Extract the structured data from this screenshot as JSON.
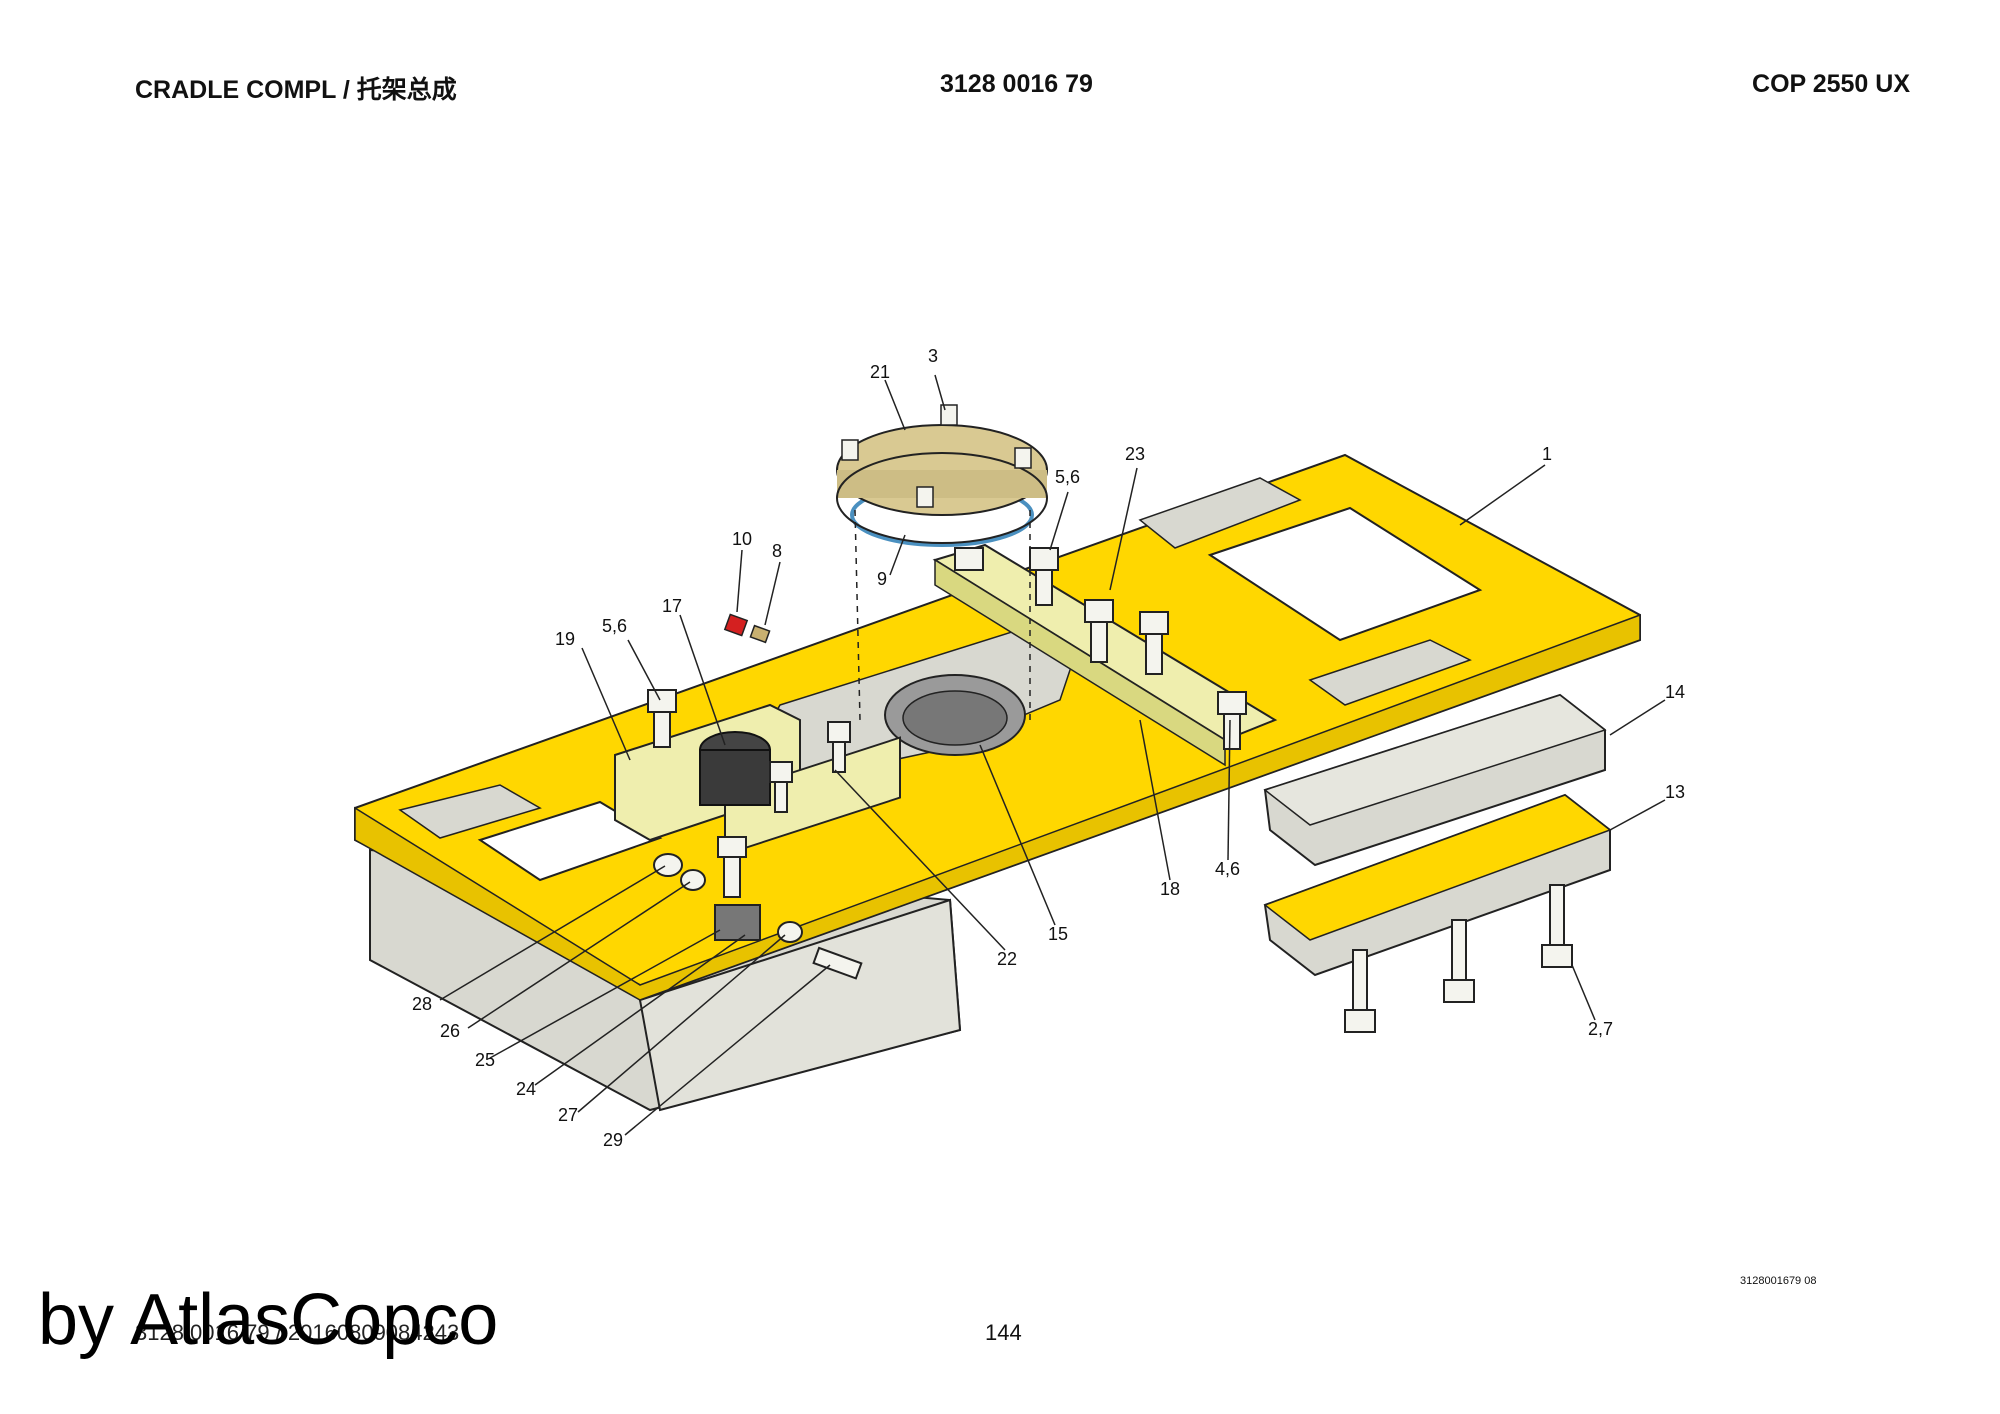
{
  "header": {
    "title": "CRADLE COMPL / 托架总成",
    "part_number": "3128 0016 79",
    "model": "COP 2550 UX"
  },
  "callouts": [
    "3",
    "21",
    "1",
    "5,6",
    "23",
    "10",
    "8",
    "9",
    "17",
    "19",
    "5,6",
    "14",
    "13",
    "4,6",
    "18",
    "22",
    "15",
    "28",
    "26",
    "25",
    "24",
    "27",
    "29",
    "2,7"
  ],
  "figure_code": "3128001679 08",
  "footer": {
    "doc_id": "3128 0016 79 / 20160809084243",
    "page": "144"
  },
  "watermark": "by AtlasCopco",
  "colors": {
    "yellow": "#FFD700",
    "gray": "#D8D8D0",
    "cream": "#EFEEAE",
    "tan": "#D9C992",
    "dark": "#333333",
    "red": "#D42020"
  }
}
